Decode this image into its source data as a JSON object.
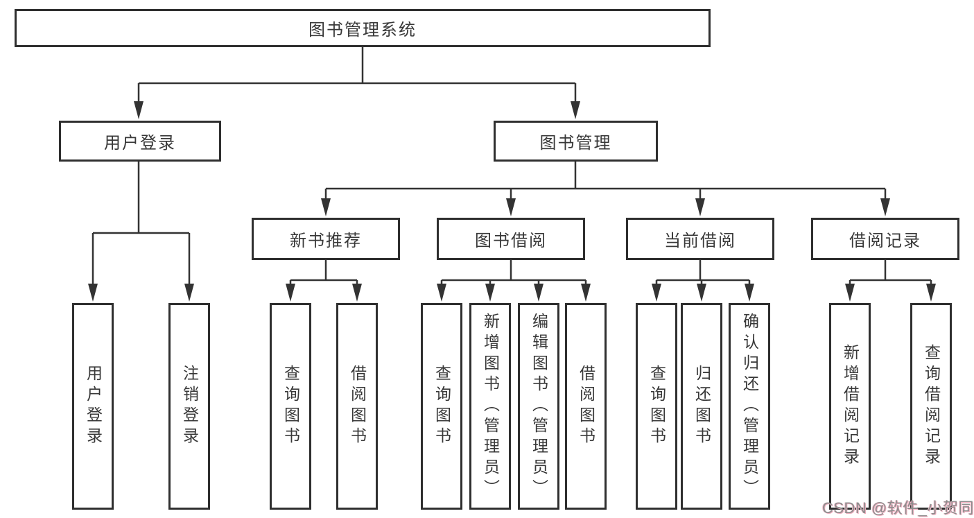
{
  "tree": {
    "label": "图书管理系统",
    "children": [
      {
        "label": "用户登录",
        "children": [
          {
            "label": "用户登录"
          },
          {
            "label": "注销登录"
          }
        ]
      },
      {
        "label": "图书管理",
        "children": [
          {
            "label": "新书推荐",
            "children": [
              {
                "label": "查询图书"
              },
              {
                "label": "借阅图书"
              }
            ]
          },
          {
            "label": "图书借阅",
            "children": [
              {
                "label": "查询图书"
              },
              {
                "label": "新增图书（管理员）"
              },
              {
                "label": "编辑图书（管理员）"
              },
              {
                "label": "借阅图书"
              }
            ]
          },
          {
            "label": "当前借阅",
            "children": [
              {
                "label": "查询图书"
              },
              {
                "label": "归还图书"
              },
              {
                "label": "确认归还（管理员）"
              }
            ]
          },
          {
            "label": "借阅记录",
            "children": [
              {
                "label": "新增借阅记录"
              },
              {
                "label": "查询借阅记录"
              }
            ]
          }
        ]
      }
    ]
  },
  "watermark": {
    "text": "CSDN @软件_小贺同学"
  },
  "colors": {
    "line": "#333333",
    "border": "#2f2f2f",
    "text": "#383838",
    "background": "#ffffff",
    "watermark_gray": "#8d8d8d",
    "watermark_pink": "#f0afc0"
  }
}
